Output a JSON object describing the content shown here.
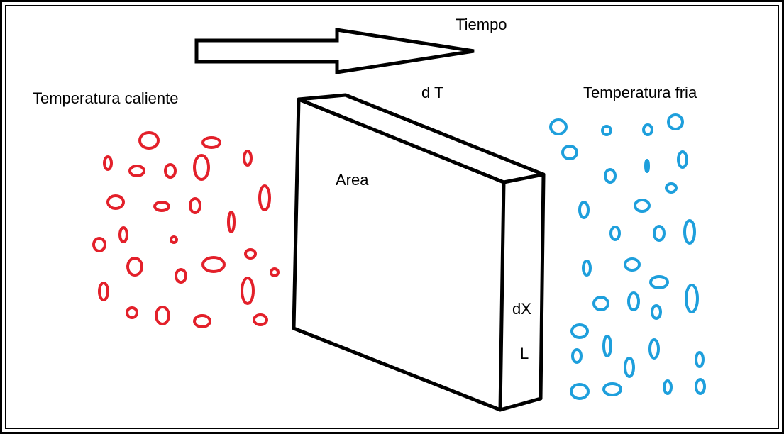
{
  "labels": {
    "tiempo": "Tiempo",
    "dT": "d T",
    "hot": "Temperatura caliente",
    "cold": "Temperatura fria",
    "area": "Area",
    "dX": "dX",
    "L": "L"
  },
  "colors": {
    "hot_particle": "#e3202a",
    "cold_particle": "#1e9fdc",
    "outline": "#000000",
    "background": "#ffffff"
  },
  "icons": {
    "arrow": "time-arrow-icon",
    "slab": "slab-block-icon"
  }
}
